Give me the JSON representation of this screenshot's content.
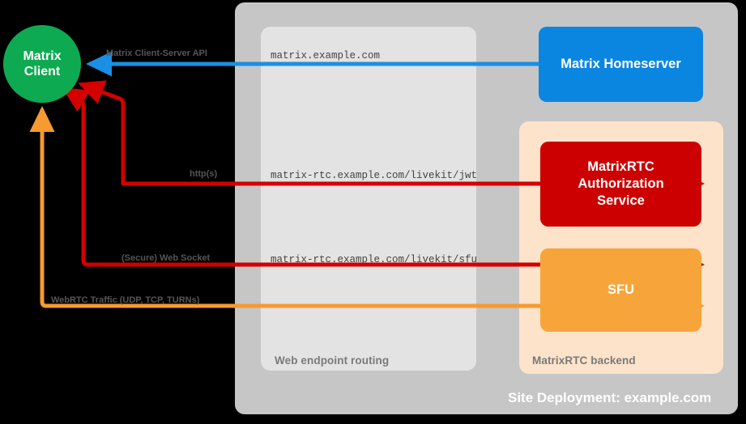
{
  "diagram": {
    "title": "MatrixRTC site deployment architecture",
    "deployment_label": "Site Deployment: example.com"
  },
  "containers": [
    {
      "name": "web-endpoint-routing",
      "label": "Web endpoint routing",
      "color": "#e3e3e3"
    },
    {
      "name": "matrixrtc-backend",
      "label": "MatrixRTC backend",
      "color": "#fce3ca"
    },
    {
      "name": "site-deployment",
      "label": "Site Deployment: example.com",
      "color": "#c6c6c6"
    }
  ],
  "nodes": {
    "client": {
      "line1": "Matrix",
      "line2": "Client",
      "color": "#0eaa52"
    },
    "homeserver": {
      "label": "Matrix Homeserver",
      "color": "#0b86e0"
    },
    "auth_service": {
      "line1": "MatrixRTC",
      "line2": "Authorization",
      "line3": "Service",
      "color": "#cc0000"
    },
    "sfu": {
      "label": "SFU",
      "color": "#f7a53b"
    }
  },
  "edges": [
    {
      "name": "client-server-api",
      "label": "Matrix Client-Server API",
      "endpoint": "matrix.example.com",
      "color": "#1a8fe3",
      "direction": "to-client"
    },
    {
      "name": "jwt-http",
      "label": "http(s)",
      "endpoint": "matrix-rtc.example.com/livekit/jwt",
      "color": "#d40000",
      "direction": "to-client"
    },
    {
      "name": "sfu-websocket",
      "label": "(Secure) Web Socket",
      "endpoint": "matrix-rtc.example.com/livekit/sfu",
      "color": "#d40000",
      "direction": "to-client"
    },
    {
      "name": "webrtc-traffic",
      "label": "WebRTC Traffic (UDP, TCP, TURNs)",
      "endpoint": "",
      "color": "#f79a30",
      "direction": "to-client"
    }
  ],
  "colors": {
    "background": "#000000",
    "deployment_bg": "#c6c6c6",
    "routing_bg": "#e3e3e3",
    "backend_bg": "#fce3ca",
    "green": "#0eaa52",
    "blue": "#0b86e0",
    "red": "#cc0000",
    "orange": "#f7a53b",
    "label_gray": "#7a7a7a"
  }
}
